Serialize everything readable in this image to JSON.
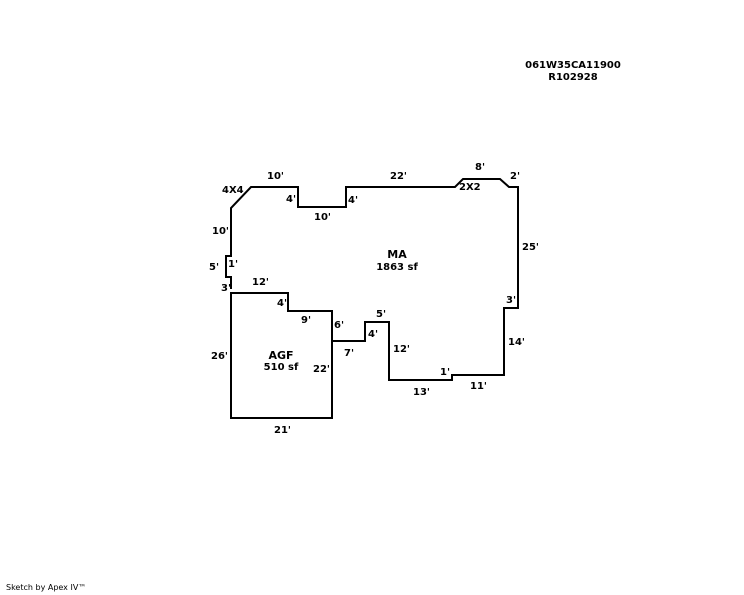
{
  "parcel": {
    "map_number": "061W35CA11900",
    "account": "R102928"
  },
  "areas": {
    "main": {
      "code": "MA",
      "size": "1863 sf"
    },
    "garage": {
      "code": "AGF",
      "size": "510 sf"
    }
  },
  "dimensions": {
    "d_4x4": "4X4",
    "d_10_top_left": "10'",
    "d_4_notch_left": "4'",
    "d_10_notch": "10'",
    "d_4_notch_right": "4'",
    "d_22_top": "22'",
    "d_8": "8'",
    "d_2x2": "2X2",
    "d_2": "2'",
    "d_25": "25'",
    "d_3_right": "3'",
    "d_14": "14'",
    "d_11": "11'",
    "d_1_bottom": "1'",
    "d_13": "13'",
    "d_12_right": "12'",
    "d_5_step": "5'",
    "d_4_step": "4'",
    "d_7": "7'",
    "d_6": "6'",
    "d_9": "9'",
    "d_4_garage": "4'",
    "d_12_garage_top": "12'",
    "d_10_left": "10'",
    "d_5_left": "5'",
    "d_1_left": "1'",
    "d_3_left": "3'",
    "d_26": "26'",
    "d_22_garage": "22'",
    "d_21": "21'"
  },
  "footer": {
    "credit": "Sketch by Apex IV™"
  }
}
